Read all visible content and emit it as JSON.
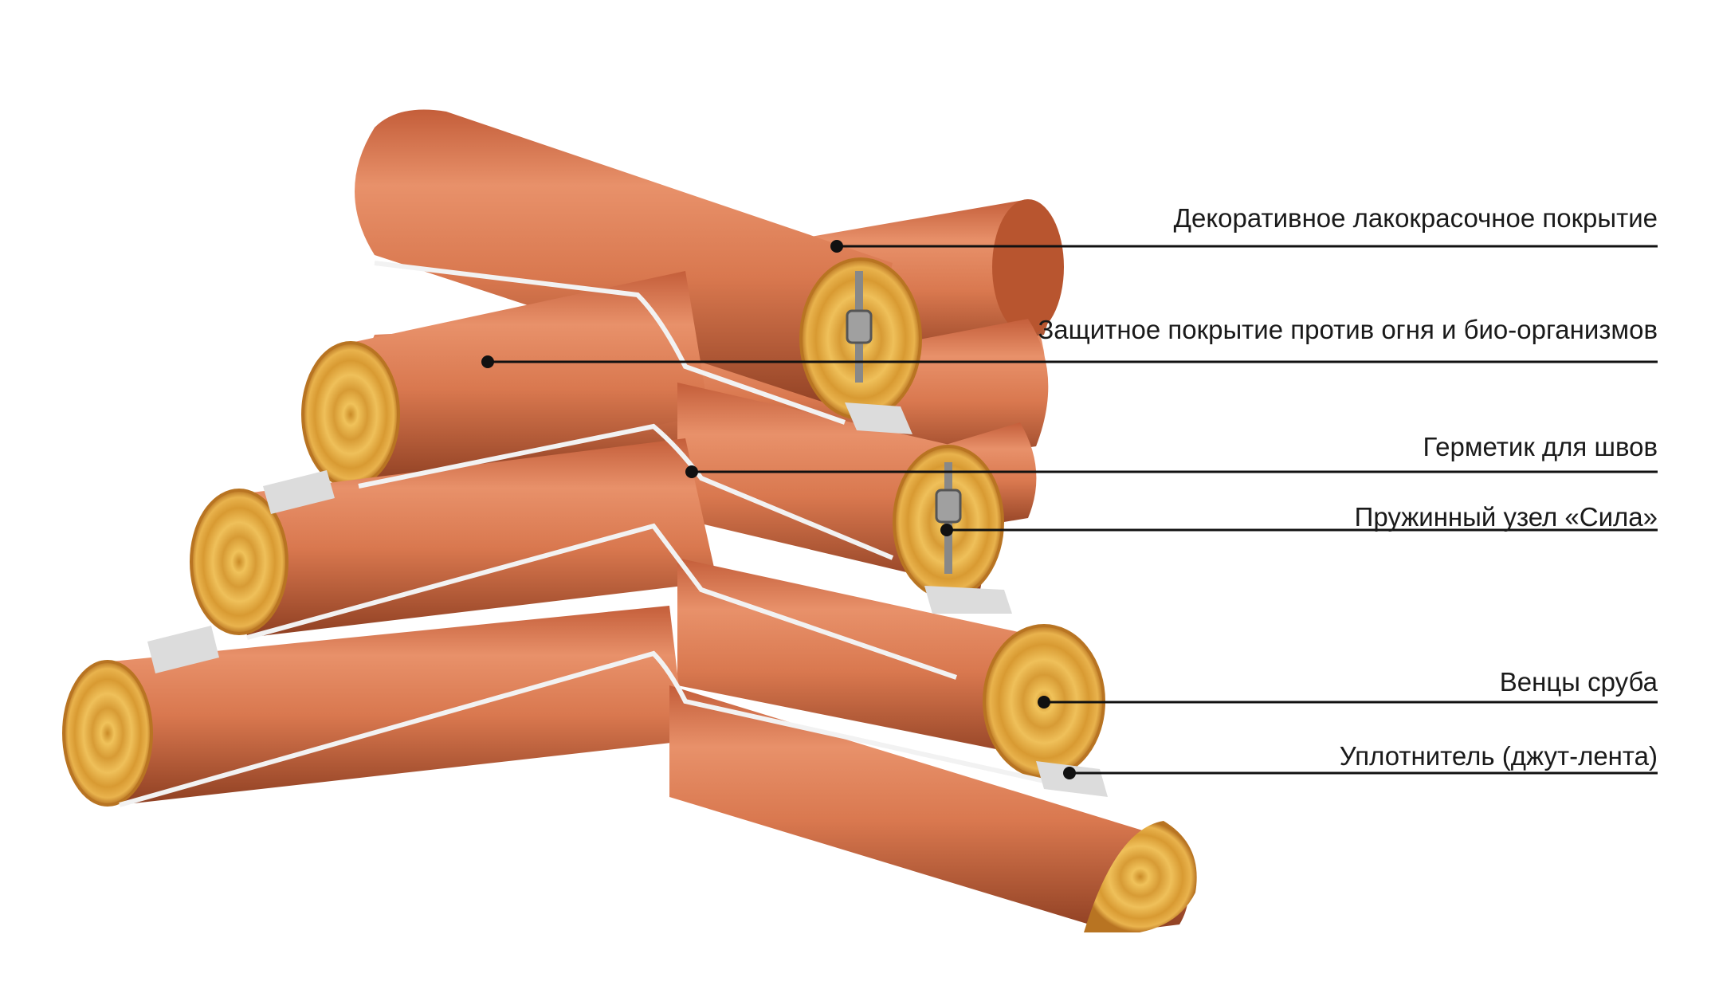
{
  "callouts": [
    {
      "id": "paint",
      "label": "Декоративное лакокрасочное покрытие"
    },
    {
      "id": "protect",
      "label": "Защитное покрытие против огня и био-организмов"
    },
    {
      "id": "sealant",
      "label": "Герметик для швов"
    },
    {
      "id": "spring",
      "label": "Пружинный узел «Сила»"
    },
    {
      "id": "crowns",
      "label": "Венцы сруба"
    },
    {
      "id": "jute",
      "label": "Уплотнитель (джут-лента)"
    }
  ],
  "colors": {
    "wood_light": "#e8916a",
    "wood_mid": "#c96a43",
    "wood_dark": "#8e3f22",
    "end_grain": "#e8b545",
    "end_grain_ring": "#b97d1e",
    "jute": "#dcdcdc",
    "sealant": "#f2f2f2",
    "leader_line": "#111111"
  }
}
